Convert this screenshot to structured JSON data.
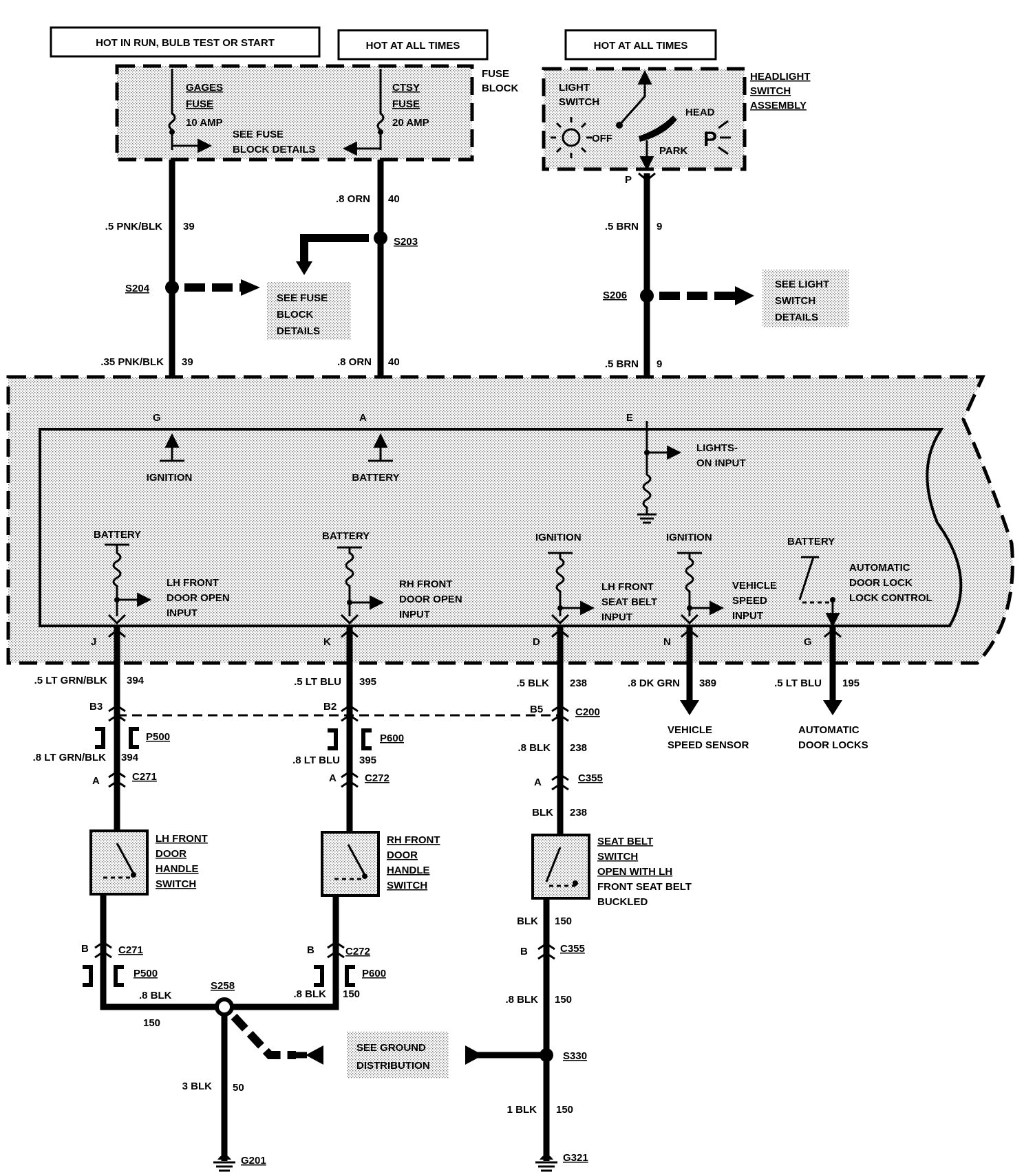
{
  "headers": {
    "run": "HOT IN RUN, BULB TEST OR START",
    "all1": "HOT AT ALL TIMES",
    "all2": "HOT AT ALL TIMES"
  },
  "fuse_block": {
    "label1": "FUSE",
    "label2": "BLOCK",
    "gages": [
      "GAGES",
      "FUSE",
      "10 AMP"
    ],
    "ctsy": [
      "CTSY",
      "FUSE",
      "20 AMP"
    ],
    "see_details": [
      "SEE FUSE",
      "BLOCK DETAILS"
    ]
  },
  "headlight": {
    "assembly": [
      "HEADLIGHT",
      "SWITCH",
      "ASSEMBLY"
    ],
    "light_switch": [
      "LIGHT",
      "SWITCH"
    ],
    "off": "OFF",
    "head": "HEAD",
    "park": "PARK",
    "p_glyph": "P",
    "pin": "P"
  },
  "wires_upper": {
    "w39a": ".5 PNK/BLK",
    "c39a": "39",
    "w39b": ".35 PNK/BLK",
    "c39b": "39",
    "w40a": ".8 ORN",
    "c40a": "40",
    "w40b": ".8 ORN",
    "c40b": "40",
    "w9a": ".5 BRN",
    "c9a": "9",
    "w9b": ".5 BRN",
    "c9b": "9"
  },
  "splices_upper": {
    "s204": "S204",
    "s203": "S203",
    "s206": "S206"
  },
  "see_fuse_block": [
    "SEE  FUSE",
    "BLOCK",
    "DETAILS"
  ],
  "see_light_switch": [
    "SEE LIGHT",
    "SWITCH",
    "DETAILS"
  ],
  "module": {
    "pin_g_top": "G",
    "pin_a": "A",
    "pin_e": "E",
    "ignition_top": "IGNITION",
    "battery_top": "BATTERY",
    "lights_on": [
      "LIGHTS-",
      "ON INPUT"
    ],
    "battery1": "BATTERY",
    "lh_front_door": [
      "LH FRONT",
      "DOOR OPEN",
      "INPUT"
    ],
    "battery2": "BATTERY",
    "rh_front_door": [
      "RH FRONT",
      "DOOR OPEN",
      "INPUT"
    ],
    "ignition1": "IGNITION",
    "lh_seat_belt": [
      "LH FRONT",
      "SEAT BELT",
      "INPUT"
    ],
    "ignition2": "IGNITION",
    "vehicle_speed": [
      "VEHICLE",
      "SPEED",
      "INPUT"
    ],
    "battery3": "BATTERY",
    "auto_lock": [
      "AUTOMATIC",
      "DOOR LOCK",
      "LOCK CONTROL"
    ],
    "pin_j": "J",
    "pin_k": "K",
    "pin_d": "D",
    "pin_n": "N",
    "pin_g_bot": "G"
  },
  "lower": {
    "w394a": ".5 LT GRN/BLK",
    "c394a": "394",
    "w395a": ".5 LT BLU",
    "c395a": "395",
    "w238a": ".5 BLK",
    "c238a": "238",
    "w389": ".8 DK GRN",
    "c389": "389",
    "w195": ".5 LT BLU",
    "c195": "195",
    "b3": "B3",
    "b2": "B2",
    "b5": "B5",
    "c200": "C200",
    "p500a": "P500",
    "p600a": "P600",
    "w394b": ".8 LT GRN/BLK",
    "c394b": "394",
    "w395b": ".8 LT BLU",
    "c395b": "395",
    "w238b": ".8 BLK",
    "c238b": "238",
    "a1": "A",
    "c271a": "C271",
    "a2": "A",
    "c272a": "C272",
    "a3": "A",
    "c355a": "C355",
    "w238c": "BLK",
    "c238c": "238",
    "vss": [
      "VEHICLE",
      "SPEED SENSOR"
    ],
    "adl": [
      "AUTOMATIC",
      "DOOR LOCKS"
    ],
    "lh_switch": [
      "LH FRONT",
      "DOOR",
      "HANDLE",
      "SWITCH"
    ],
    "rh_switch": [
      "RH FRONT",
      "DOOR",
      "HANDLE",
      "SWITCH"
    ],
    "seat_switch": [
      "SEAT BELT",
      "SWITCH",
      "OPEN WITH LH",
      "FRONT SEAT BELT",
      "BUCKLED"
    ],
    "w150a": "BLK",
    "c150a": "150",
    "b4": "B",
    "c271b": "C271",
    "b6": "B",
    "c272b": "C272",
    "b7": "B",
    "c355b": "C355",
    "p500b": "P500",
    "p600b": "P600",
    "w150b": ".8 BLK",
    "c150b": "150",
    "s258": "S258",
    "w150d": ".8 BLK",
    "c150d": "150",
    "w150c": ".8 BLK",
    "c150c": "150",
    "see_ground": [
      "SEE GROUND",
      "DISTRIBUTION"
    ],
    "s330": "S330",
    "w50": "3 BLK",
    "c50": "50",
    "w150e": "1 BLK",
    "c150e": "150",
    "g201": "G201",
    "g321": "G321"
  }
}
